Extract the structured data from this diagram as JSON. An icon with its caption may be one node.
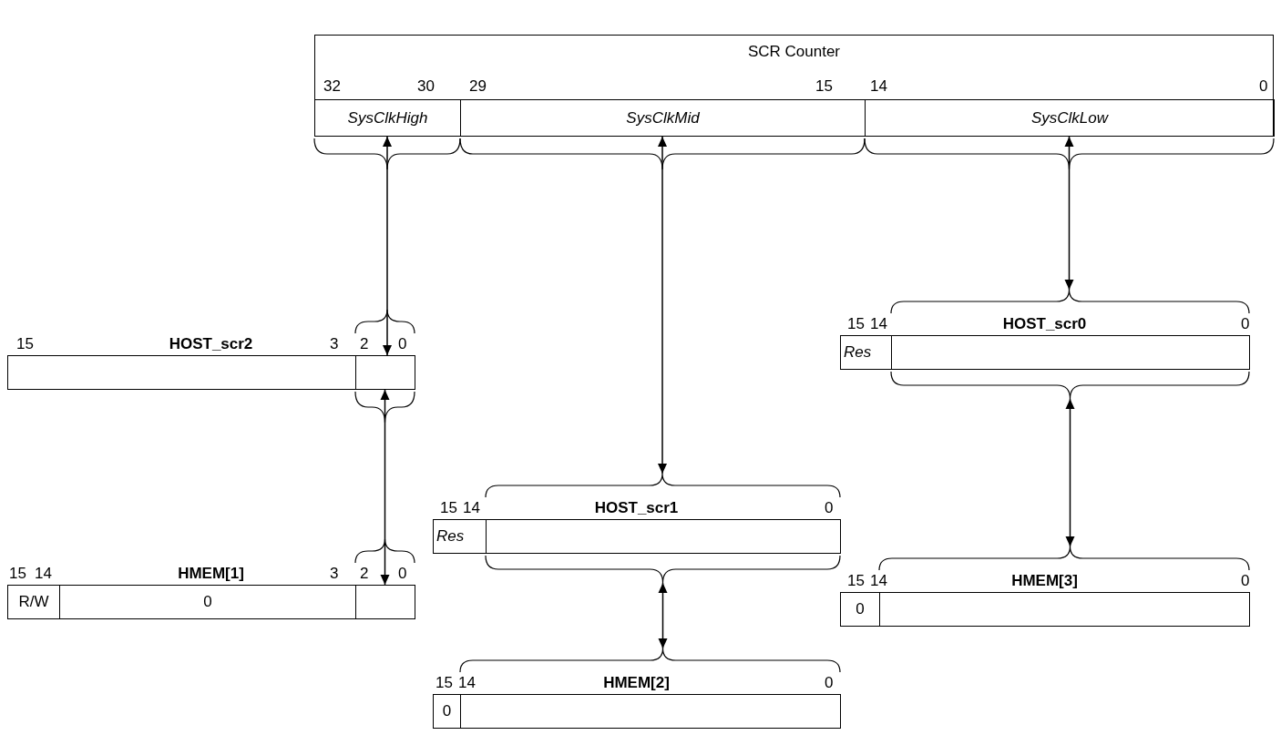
{
  "diagram": {
    "nodes": [
      {
        "text": [
          "SCR Counter"
        ]
      },
      {
        "text": [
          "SysClkHigh"
        ],
        "in": 0
      },
      {
        "text": [
          "SysClkMid"
        ],
        "in": 0
      },
      {
        "text": [
          "SysClkLow"
        ],
        "in": 0
      },
      {
        "text": [
          "HOST_scr2"
        ]
      },
      {
        "text": [],
        "shape": "box",
        "in": 4
      },
      {
        "text": [],
        "shape": "box",
        "in": 4
      },
      {
        "text": [
          "HMEM[1]"
        ]
      },
      {
        "text": [
          "R/W"
        ],
        "in": 7
      },
      {
        "text": [
          "0"
        ],
        "in": 7
      },
      {
        "text": [],
        "shape": "box",
        "in": 7
      },
      {
        "text": [
          "HOST_scr1"
        ]
      },
      {
        "text": [
          "Res"
        ],
        "in": 11
      },
      {
        "text": [],
        "shape": "box",
        "in": 11
      },
      {
        "text": [
          "HMEM[2]"
        ]
      },
      {
        "text": [
          "0"
        ],
        "in": 14
      },
      {
        "text": [],
        "shape": "box",
        "in": 14
      },
      {
        "text": [
          "HOST_scr0"
        ]
      },
      {
        "text": [
          "Res"
        ],
        "in": 17
      },
      {
        "text": [],
        "shape": "box",
        "in": 17
      },
      {
        "text": [
          "HMEM[3]"
        ]
      },
      {
        "text": [
          "0"
        ],
        "in": 20
      },
      {
        "text": [],
        "shape": "box",
        "in": 20
      }
    ],
    "edges": [
      {
        "from": 1,
        "to": 6,
        "arrow": "both"
      },
      {
        "from": 6,
        "to": 10,
        "arrow": "both"
      },
      {
        "from": 2,
        "to": 11,
        "arrow": "both"
      },
      {
        "from": 11,
        "to": 14,
        "arrow": "both"
      },
      {
        "from": 3,
        "to": 17,
        "arrow": "both"
      },
      {
        "from": 17,
        "to": 20,
        "arrow": "both"
      }
    ],
    "labels": [
      "32",
      "30",
      "29",
      "15",
      "14",
      "0",
      "15",
      "3",
      "2",
      "0",
      "15",
      "14",
      "0",
      "15",
      "14",
      "0",
      "15",
      "14",
      "3",
      "2",
      "0",
      "15",
      "14",
      "0",
      "15",
      "14",
      "0"
    ]
  }
}
